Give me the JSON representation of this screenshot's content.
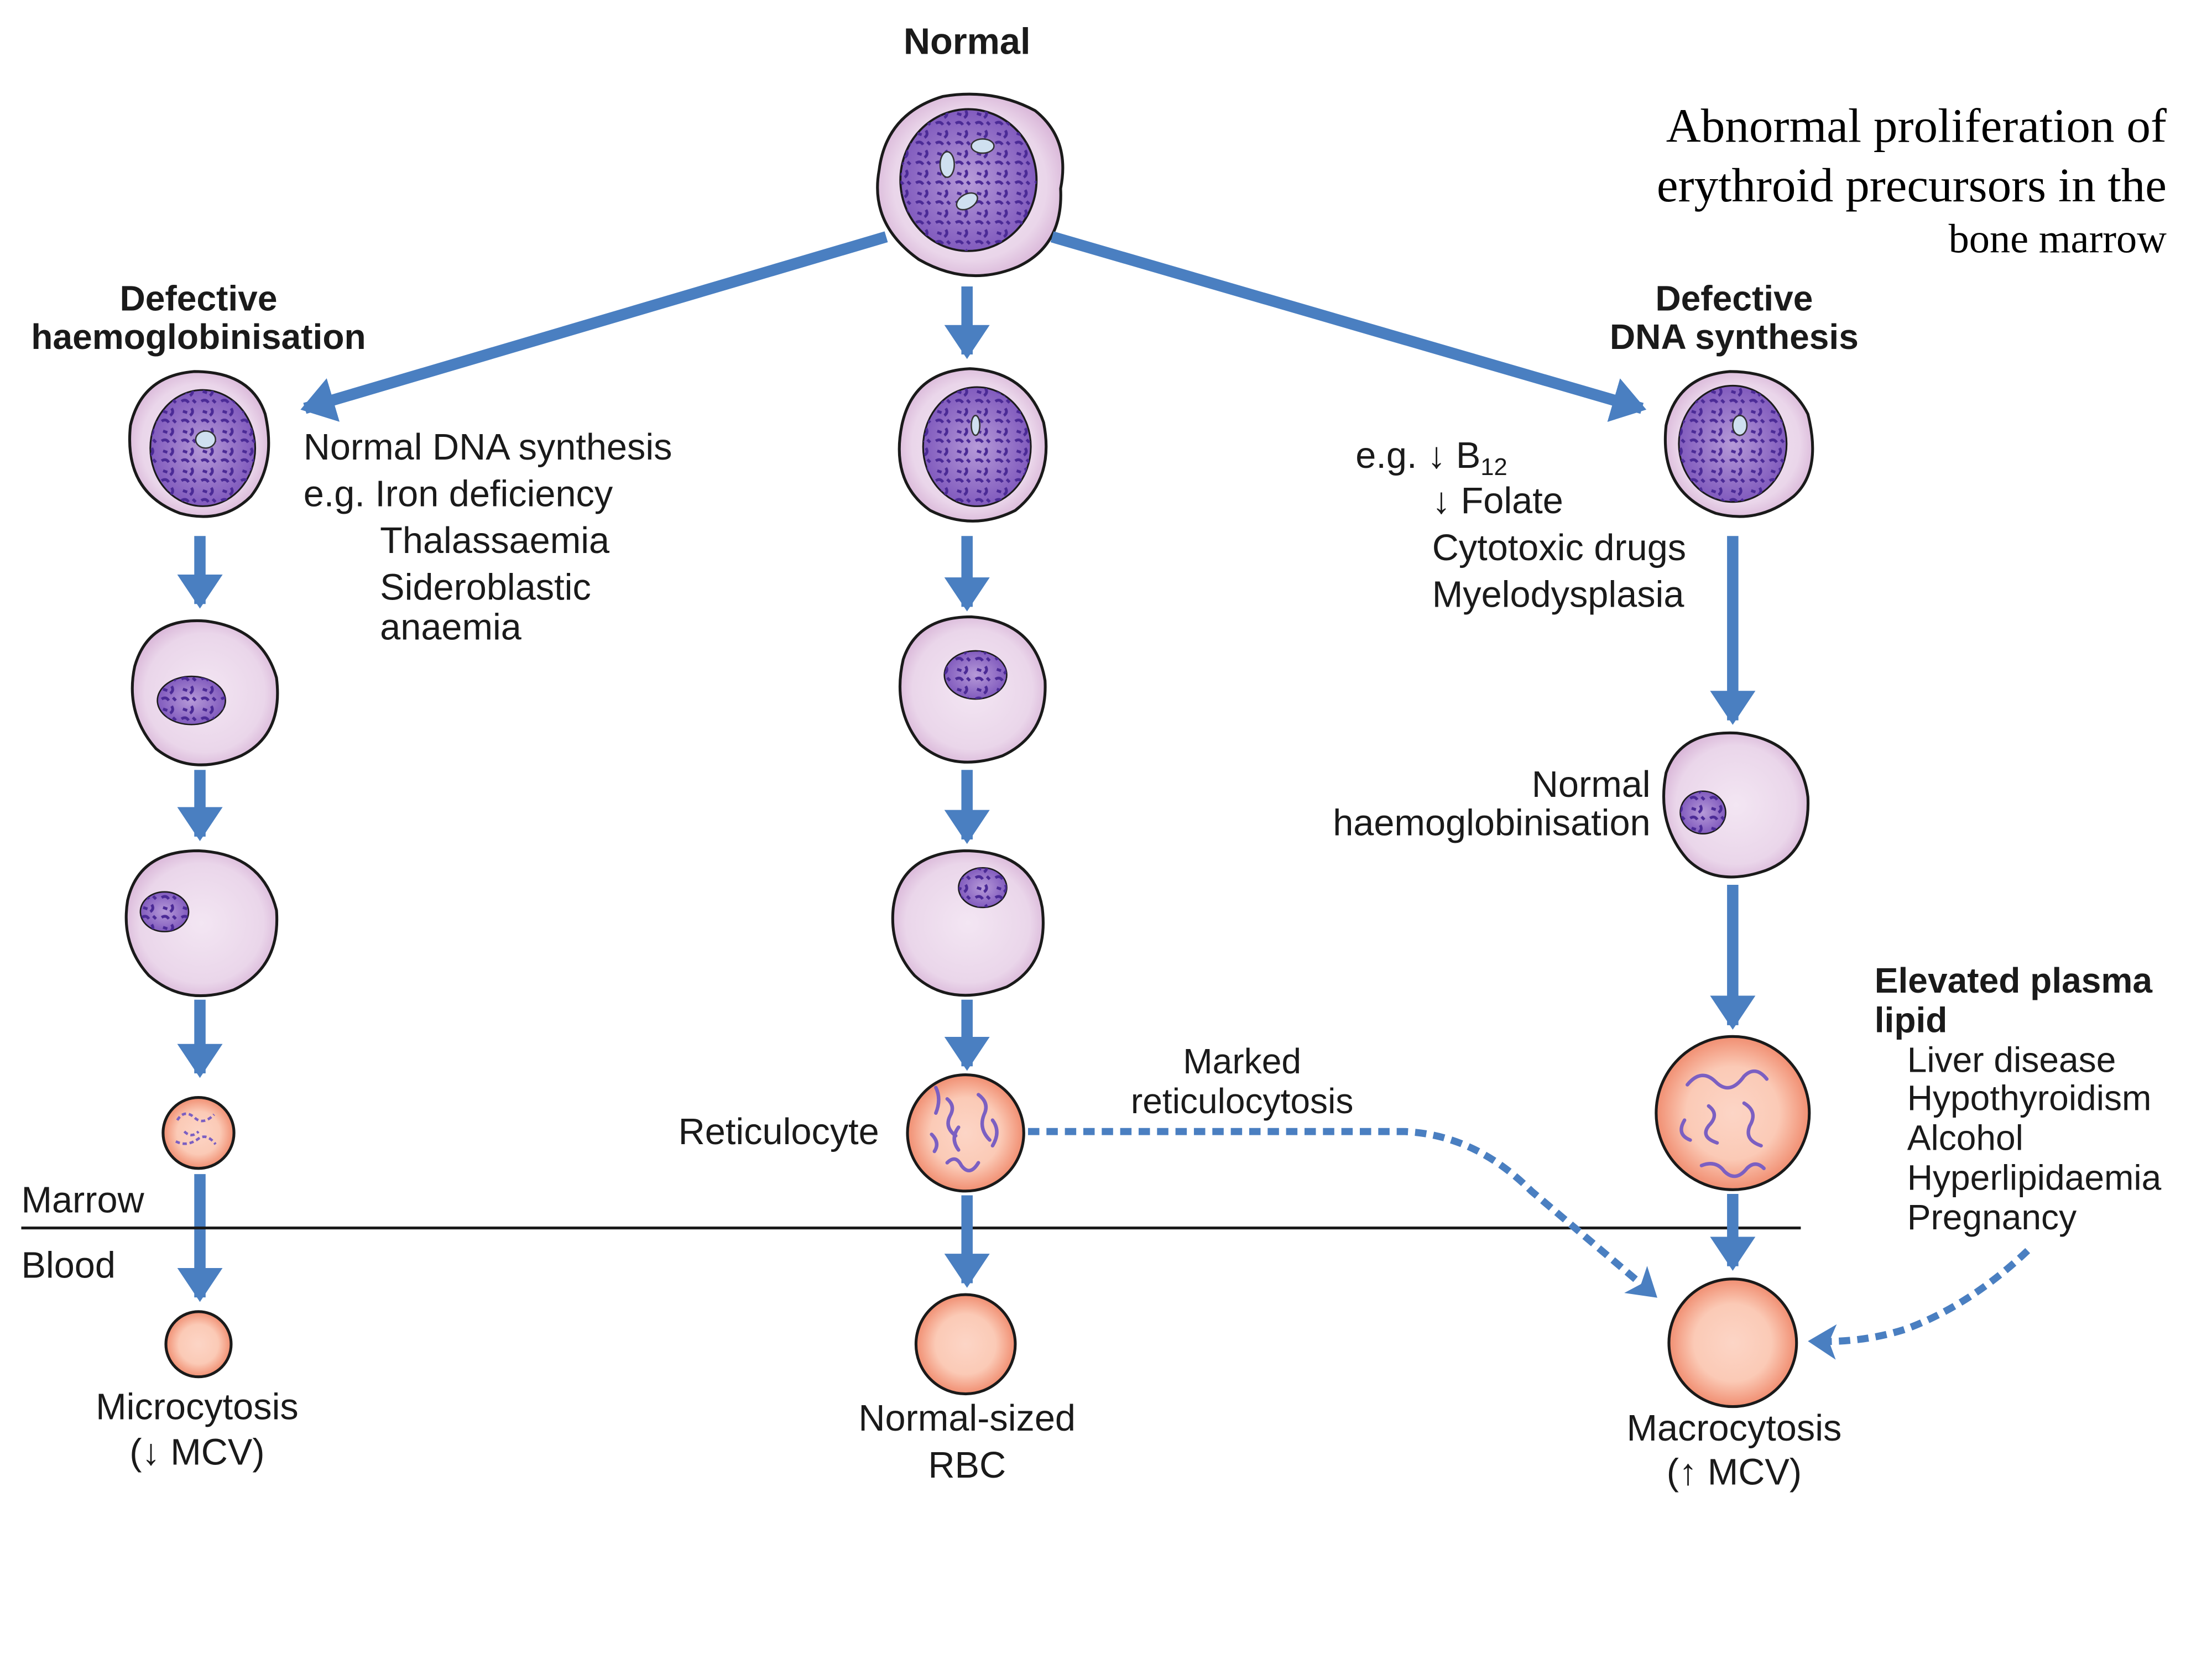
{
  "colors": {
    "arrow": "#4a7fc1",
    "precursor_fill": "#ecdcec",
    "precursor_edge": "#d9b8d9",
    "nucleus": "#8a63c4",
    "nucleus_dark": "#4b2a96",
    "rbc_fill": "#f7a48a",
    "rbc_light": "#fbd0c0",
    "outline": "#1a1a1a"
  },
  "title": "Normal",
  "side_note": {
    "lines": [
      "Abnormal proliferation of",
      "erythroid precursors in the",
      "bone marrow"
    ]
  },
  "left": {
    "heading": [
      "Defective",
      "haemoglobinisation"
    ],
    "causes": [
      "Normal DNA synthesis",
      "e.g. Iron deficiency",
      "Thalassaemia",
      "Sideroblastic",
      "anaemia"
    ],
    "result": [
      "Microcytosis",
      "(↓ MCV)"
    ]
  },
  "center": {
    "reticulocyte_label": "Reticulocyte",
    "marked_label": [
      "Marked",
      "reticulocytosis"
    ],
    "result": [
      "Normal-sized",
      "RBC"
    ]
  },
  "right": {
    "heading": [
      "Defective",
      "DNA synthesis"
    ],
    "causes": [
      "e.g. ↓ B",
      "12",
      "↓ Folate",
      "Cytotoxic drugs",
      "Myelodysplasia"
    ],
    "normal_hb_label": [
      "Normal",
      "haemoglobinisation"
    ],
    "result": [
      "Macrocytosis",
      "(↑ MCV)"
    ]
  },
  "lipid": {
    "heading": [
      "Elevated plasma",
      "lipid"
    ],
    "causes": [
      "Liver disease",
      "Hypothyroidism",
      "Alcohol",
      "Hyperlipidaemia",
      "Pregnancy"
    ]
  },
  "zones": {
    "marrow": "Marrow",
    "blood": "Blood"
  }
}
